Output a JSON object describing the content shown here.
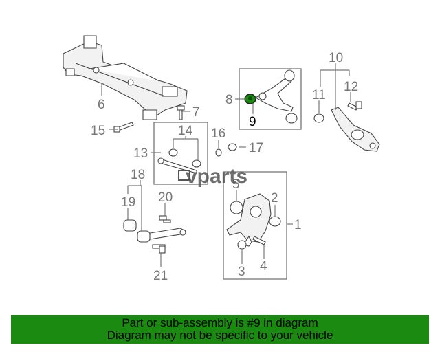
{
  "watermark": "vparts",
  "callouts": {
    "c1": "1",
    "c2": "2",
    "c3": "3",
    "c4": "4",
    "c5": "5",
    "c6": "6",
    "c7": "7",
    "c8": "8",
    "c9": "9",
    "c10": "10",
    "c11": "11",
    "c12": "12",
    "c13": "13",
    "c14": "14",
    "c15": "15",
    "c16": "16",
    "c17": "17",
    "c18": "18",
    "c19": "19",
    "c20": "20",
    "c21": "21"
  },
  "highlight_color": "#1a8a10",
  "banner": {
    "line1": "Part or sub-assembly is #9 in diagram",
    "line2": "Diagram may not be specific to your vehicle"
  }
}
